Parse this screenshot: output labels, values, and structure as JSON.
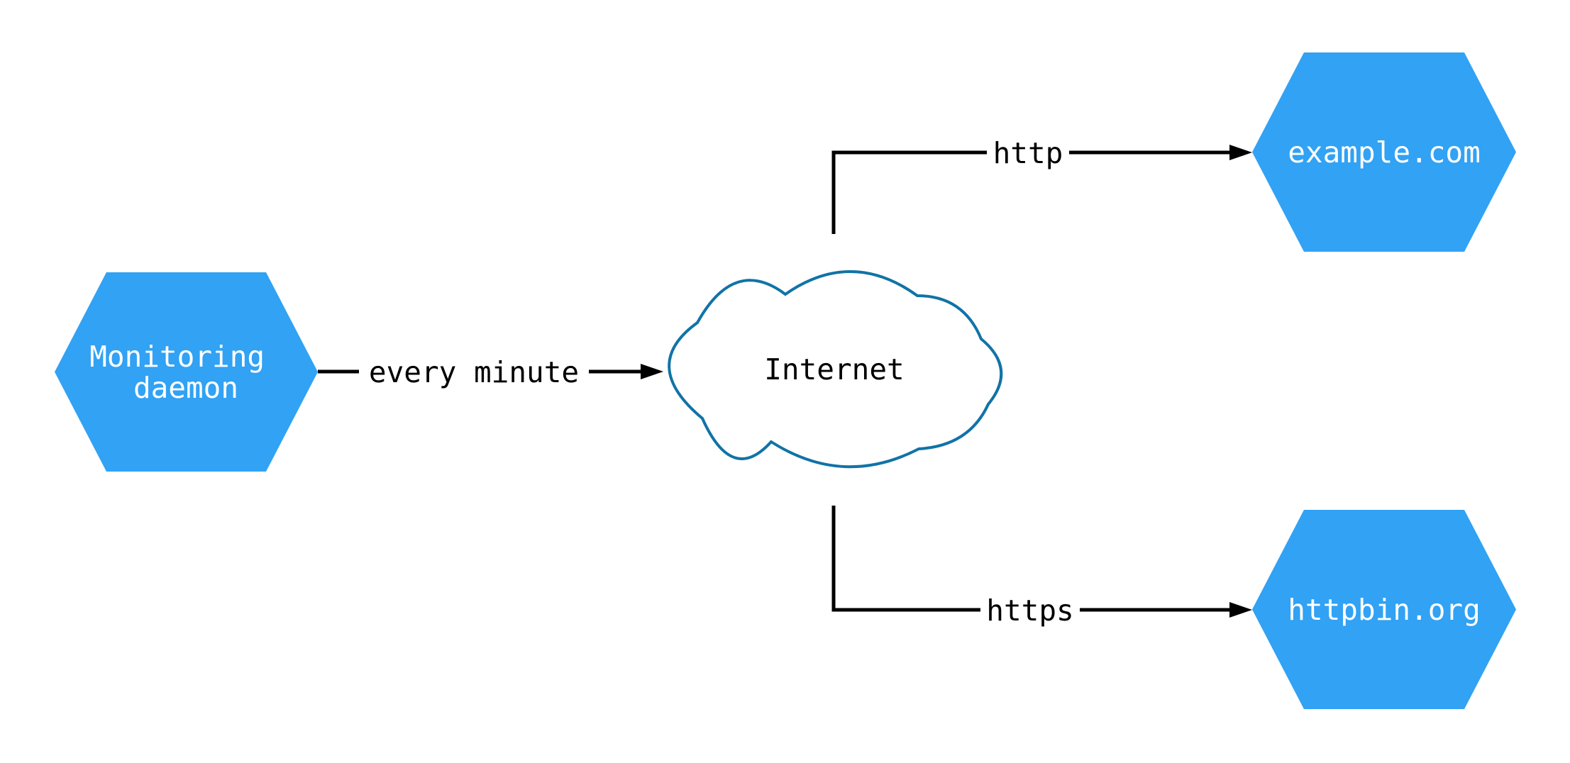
{
  "canvas": {
    "width": "2213",
    "height": "1076",
    "background": "#ffffff"
  },
  "colors": {
    "node_fill": "#31a2f4",
    "node_text": "#ffffff",
    "cloud_fill": "#ffffff",
    "cloud_stroke": "#1173a6",
    "edge": "#000000",
    "edge_label_text": "#000000"
  },
  "nodes": {
    "monitoring_daemon": {
      "shape": "hexagon",
      "line1": "Monitoring",
      "line2": "daemon"
    },
    "internet": {
      "shape": "cloud",
      "label": "Internet"
    },
    "example_com": {
      "shape": "hexagon",
      "label": "example.com"
    },
    "httpbin_org": {
      "shape": "hexagon",
      "label": "httpbin.org"
    }
  },
  "edges": {
    "every_minute": {
      "from": "monitoring_daemon",
      "to": "internet",
      "label": "every minute"
    },
    "http": {
      "from": "internet",
      "to": "example_com",
      "label": "http"
    },
    "https": {
      "from": "internet",
      "to": "httpbin_org",
      "label": "https"
    }
  }
}
